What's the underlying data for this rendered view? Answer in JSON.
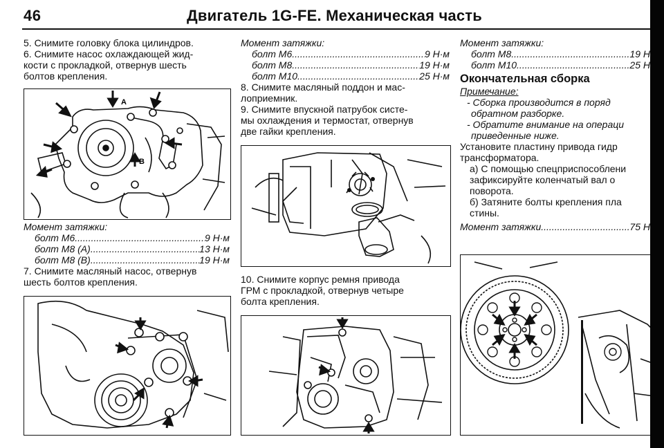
{
  "header": {
    "page_number": "46",
    "title": "Двигатель 1G-FE. Механическая часть"
  },
  "col1": {
    "step5": "5. Снимите головку блока цилиндров.",
    "step6_lines": [
      "6. Снимите насос охлаждающей жид-",
      "кости с прокладкой, отвернув шесть",
      "болтов крепления."
    ],
    "fig1_labels": {
      "a": "A",
      "b": "B"
    },
    "torque_title": "Момент затяжки:",
    "torque": [
      {
        "label": "болт М6",
        "value": "9 Н·м"
      },
      {
        "label": "болт М8 (А)",
        "value": "13 Н·м"
      },
      {
        "label": "болт М8 (В)",
        "value": "19 Н·м"
      }
    ],
    "step7_lines": [
      "7. Снимите масляный насос, отвернув",
      "шесть болтов крепления."
    ]
  },
  "col2": {
    "torque_title": "Момент затяжки:",
    "torque": [
      {
        "label": "болт М6",
        "value": "9 Н·м"
      },
      {
        "label": "болт М8",
        "value": "19 Н·м"
      },
      {
        "label": "болт М10",
        "value": "25 Н·м"
      }
    ],
    "step8_lines": [
      "8. Снимите масляный поддон и мас-",
      "лоприемник."
    ],
    "step9_lines": [
      "9. Снимите впускной патрубок систе-",
      "мы охлаждения и термостат, отвернув",
      "две гайки крепления."
    ],
    "step10_lines": [
      "10. Снимите корпус ремня привода",
      "ГРМ с прокладкой, отвернув четыре",
      "болта крепления."
    ]
  },
  "col3": {
    "torque_title": "Момент затяжки:",
    "torque": [
      {
        "label": "болт М8",
        "value": "19 Н"
      },
      {
        "label": "болт М10",
        "value": "25 Н"
      }
    ],
    "section_title": "Окончательная сборка",
    "note_title": "Примечание:",
    "note_lines": [
      "- Сборка производится в поряд",
      "обратном разборке.",
      "- Обратите внимание на операци",
      "приведенные ниже."
    ],
    "install_lines": [
      "Установите пластину привода гидр",
      "трансформатора."
    ],
    "sub_a_lines": [
      "а) С помощью спецприспособлени",
      "зафиксируйте коленчатый вал о",
      "поворота."
    ],
    "sub_b_lines": [
      "б) Затяните болты крепления пла",
      "стины."
    ],
    "final_torque": {
      "label": "Момент затяжки",
      "value": "75 Н"
    }
  }
}
